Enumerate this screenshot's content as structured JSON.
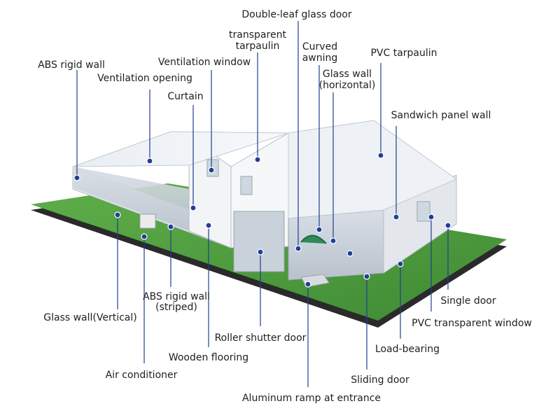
{
  "diagram": {
    "colors": {
      "leader": "#1f3f8f",
      "dot": "#1f3f99",
      "grass": "#4a9a3c",
      "base": "#2a2a2a"
    },
    "labels": {
      "double_leaf_glass_door": "Double-leaf glass door",
      "transparent_tarpaulin_1": "transparent",
      "transparent_tarpaulin_2": "tarpaulin",
      "curved_awning_1": "Curved",
      "curved_awning_2": "awning",
      "pvc_tarpaulin": "PVC tarpaulin",
      "abs_rigid_wall": "ABS rigid wall",
      "ventilation_window": "Ventilation window",
      "glass_wall_horizontal_1": "Glass wall",
      "glass_wall_horizontal_2": "(horizontal)",
      "ventilation_opening": "Ventilation opening",
      "curtain": "Curtain",
      "sandwich_panel_wall": "Sandwich panel wall",
      "abs_rigid_wall_striped_1": "ABS rigid wall",
      "abs_rigid_wall_striped_2": "(striped)",
      "single_door": "Single door",
      "glass_wall_vertical": "Glass wall(Vertical)",
      "pvc_transparent_window": "PVC transparent window",
      "roller_shutter_door": "Roller shutter door",
      "load_bearing": "Load-bearing",
      "wooden_flooring": "Wooden flooring",
      "air_conditioner": "Air conditioner",
      "sliding_door": "Sliding door",
      "aluminum_ramp": "Aluminum ramp at entrance"
    }
  }
}
